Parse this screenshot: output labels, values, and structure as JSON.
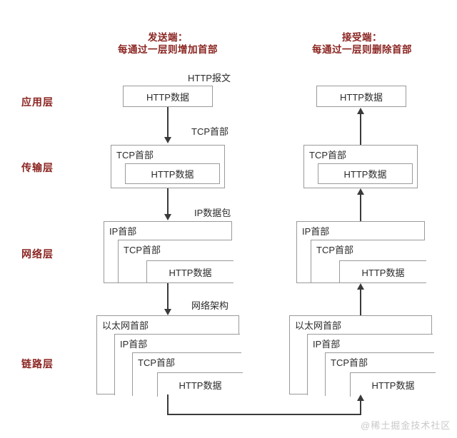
{
  "diagram": {
    "title_sender": "发送端：",
    "title_sender_sub": "每通过一层则增加首部",
    "title_receiver": "接受端：",
    "title_receiver_sub": "每通过一层则删除首部",
    "accent_color": "#8a2420",
    "box_border_color": "#9a9a9a",
    "arrow_color": "#3a3a3a"
  },
  "layers": [
    {
      "label": "应用层"
    },
    {
      "label": "传输层"
    },
    {
      "label": "网络层"
    },
    {
      "label": "链路层"
    }
  ],
  "flow_labels": {
    "http_message": "HTTP报文",
    "tcp_header": "TCP首部",
    "ip_packet": "IP数据包",
    "network_frame": "网络架构"
  },
  "headers": {
    "http_data": "HTTP数据",
    "tcp_header": "TCP首部",
    "ip_header": "IP首部",
    "ethernet_header": "以太网首部"
  },
  "sender": {
    "application": {
      "payload": "HTTP数据"
    },
    "transport": {
      "outer": "TCP首部",
      "payload": "HTTP数据"
    },
    "network": {
      "outer": "IP首部",
      "middle": "TCP首部",
      "payload": "HTTP数据"
    },
    "link": {
      "outer": "以太网首部",
      "second": "IP首部",
      "third": "TCP首部",
      "payload": "HTTP数据"
    }
  },
  "receiver": {
    "application": {
      "payload": "HTTP数据"
    },
    "transport": {
      "outer": "TCP首部",
      "payload": "HTTP数据"
    },
    "network": {
      "outer": "IP首部",
      "middle": "TCP首部",
      "payload": "HTTP数据"
    },
    "link": {
      "outer": "以太网首部",
      "second": "IP首部",
      "third": "TCP首部",
      "payload": "HTTP数据"
    }
  },
  "watermark": "@稀土掘金技术社区"
}
